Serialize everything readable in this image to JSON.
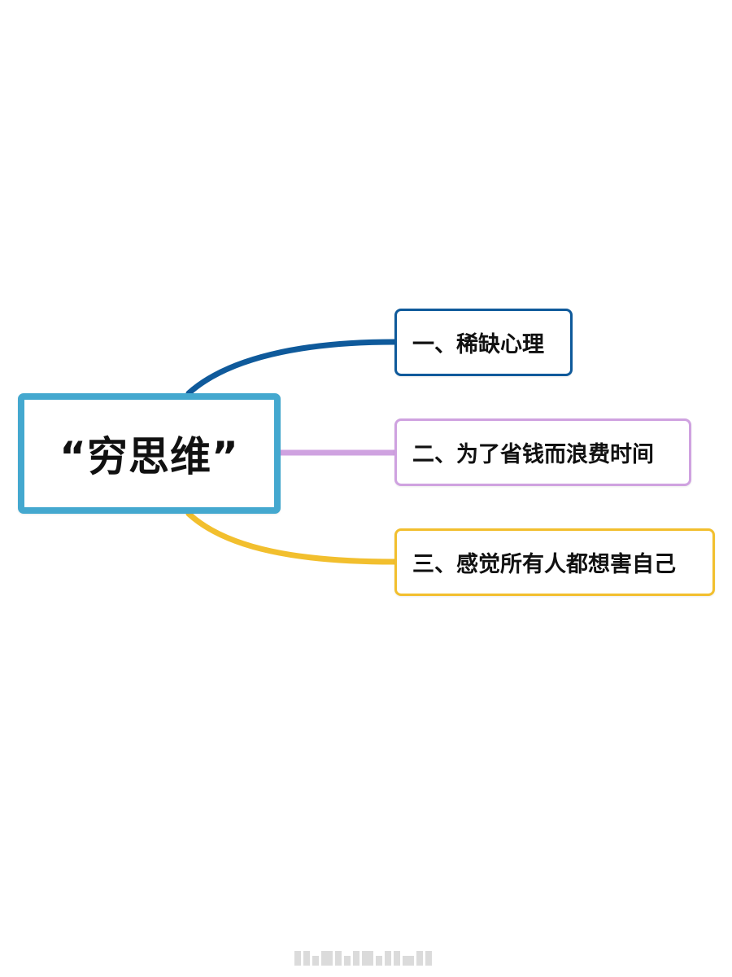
{
  "central": {
    "title": "“穷思维”",
    "color": "#44A8CF"
  },
  "branches": [
    {
      "label": "一、稀缺心理",
      "color": "#0F5A9B"
    },
    {
      "label": "二、为了省钱而浪费时间",
      "color": "#CFA2E0"
    },
    {
      "label": "三、感觉所有人都想害自己",
      "color": "#F2BF2E"
    }
  ]
}
